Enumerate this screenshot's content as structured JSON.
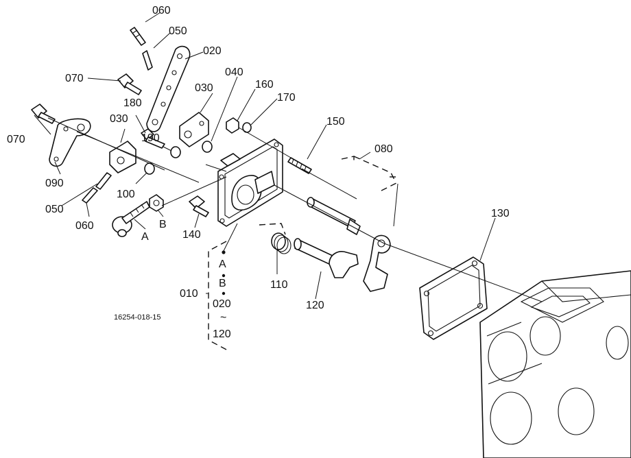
{
  "labels": {
    "p060_top": "060",
    "p050_top": "050",
    "p020": "020",
    "p070_top": "070",
    "p040": "040",
    "p030_right": "030",
    "p160": "160",
    "p170": "170",
    "p180": "180",
    "p030_left": "030",
    "p190": "190",
    "p070_left": "070",
    "p150": "150",
    "p080": "080",
    "p090": "090",
    "p100": "100",
    "p050_bottom": "050",
    "p060_bottom": "060",
    "pB": "B",
    "pA": "A",
    "p140": "140",
    "p130": "130",
    "p110": "110",
    "p120": "120",
    "p010": "010",
    "group_A": "A",
    "group_B": "B",
    "group_020": "020",
    "group_tilde": "~",
    "group_120": "120"
  },
  "figure_code": "16254-018-15"
}
